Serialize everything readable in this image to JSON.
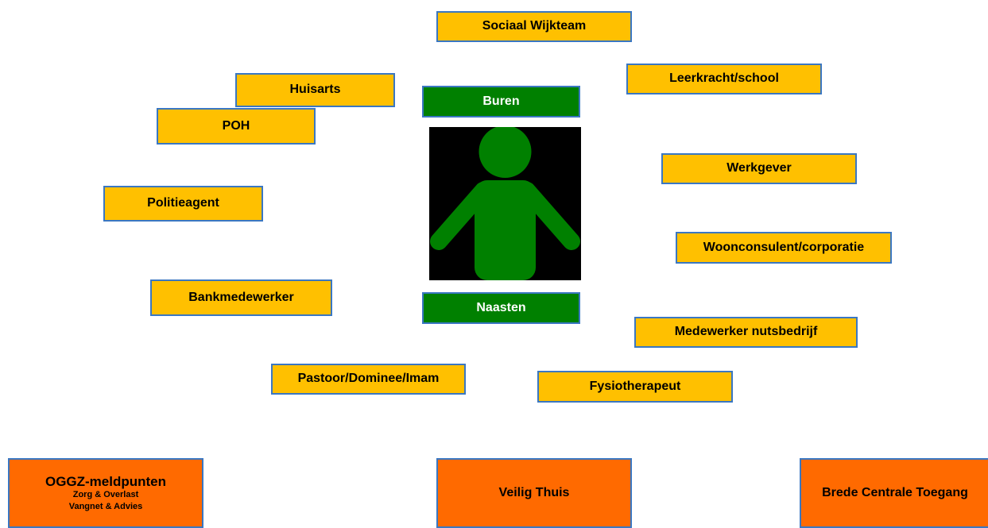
{
  "colors": {
    "yellow": "#ffc000",
    "green": "#008000",
    "orange": "#ff6a00",
    "border": "#3a77c2",
    "person": "#008000",
    "person_bg": "#000000"
  },
  "center": {
    "top_label": "Buren",
    "bottom_label": "Naasten",
    "icon": "person-icon"
  },
  "signalers": {
    "sociaal_wijkteam": "Sociaal Wijkteam",
    "leerkracht": "Leerkracht/school",
    "huisarts": "Huisarts",
    "poh": "POH",
    "werkgever": "Werkgever",
    "politieagent": "Politieagent",
    "woonconsulent": "Woonconsulent/corporatie",
    "bankmedewerker": "Bankmedewerker",
    "nutsbedrijf": "Medewerker nutsbedrijf",
    "pastoor": "Pastoor/Dominee/Imam",
    "fysiotherapeut": "Fysiotherapeut"
  },
  "destinations": {
    "oggz": {
      "title": "OGGZ-meldpunten",
      "line1": "Zorg & Overlast",
      "line2": "Vangnet & Advies"
    },
    "veilig_thuis": "Veilig Thuis",
    "brede": "Brede Centrale Toegang"
  }
}
